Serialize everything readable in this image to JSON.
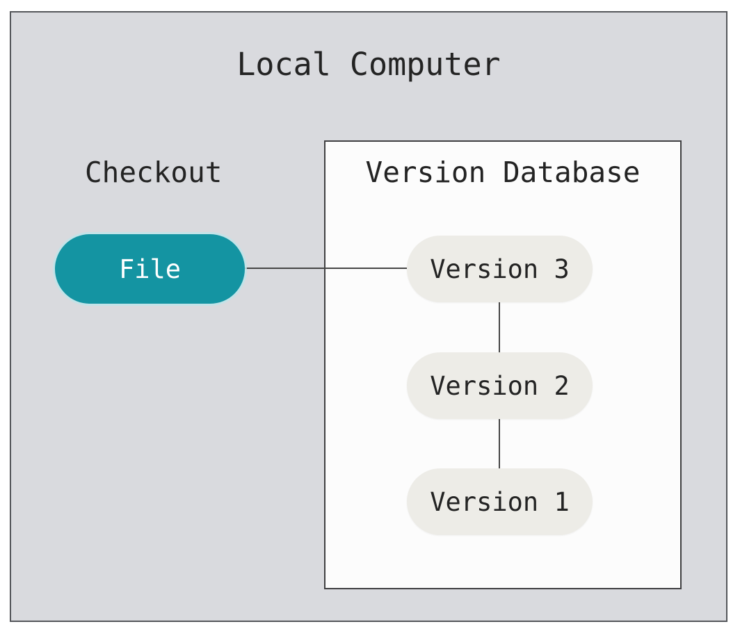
{
  "diagram": {
    "title": "Local Computer",
    "checkout_label": "Checkout",
    "file_node": {
      "label": "File"
    },
    "version_database": {
      "title": "Version Database",
      "versions": [
        {
          "label": "Version 3"
        },
        {
          "label": "Version 2"
        },
        {
          "label": "Version 1"
        }
      ]
    },
    "connections": [
      {
        "from": "File",
        "to": "Version 3"
      },
      {
        "from": "Version 3",
        "to": "Version 2"
      },
      {
        "from": "Version 2",
        "to": "Version 1"
      }
    ],
    "colors": {
      "container_bg": "#d9dade",
      "container_border": "#54565a",
      "box_bg": "#fcfcfc",
      "box_border": "#3f3f41",
      "file_pill_bg": "#1494a2",
      "file_pill_text": "#ffffff",
      "version_pill_bg": "#edece7",
      "text": "#232323",
      "line": "#454545"
    }
  }
}
